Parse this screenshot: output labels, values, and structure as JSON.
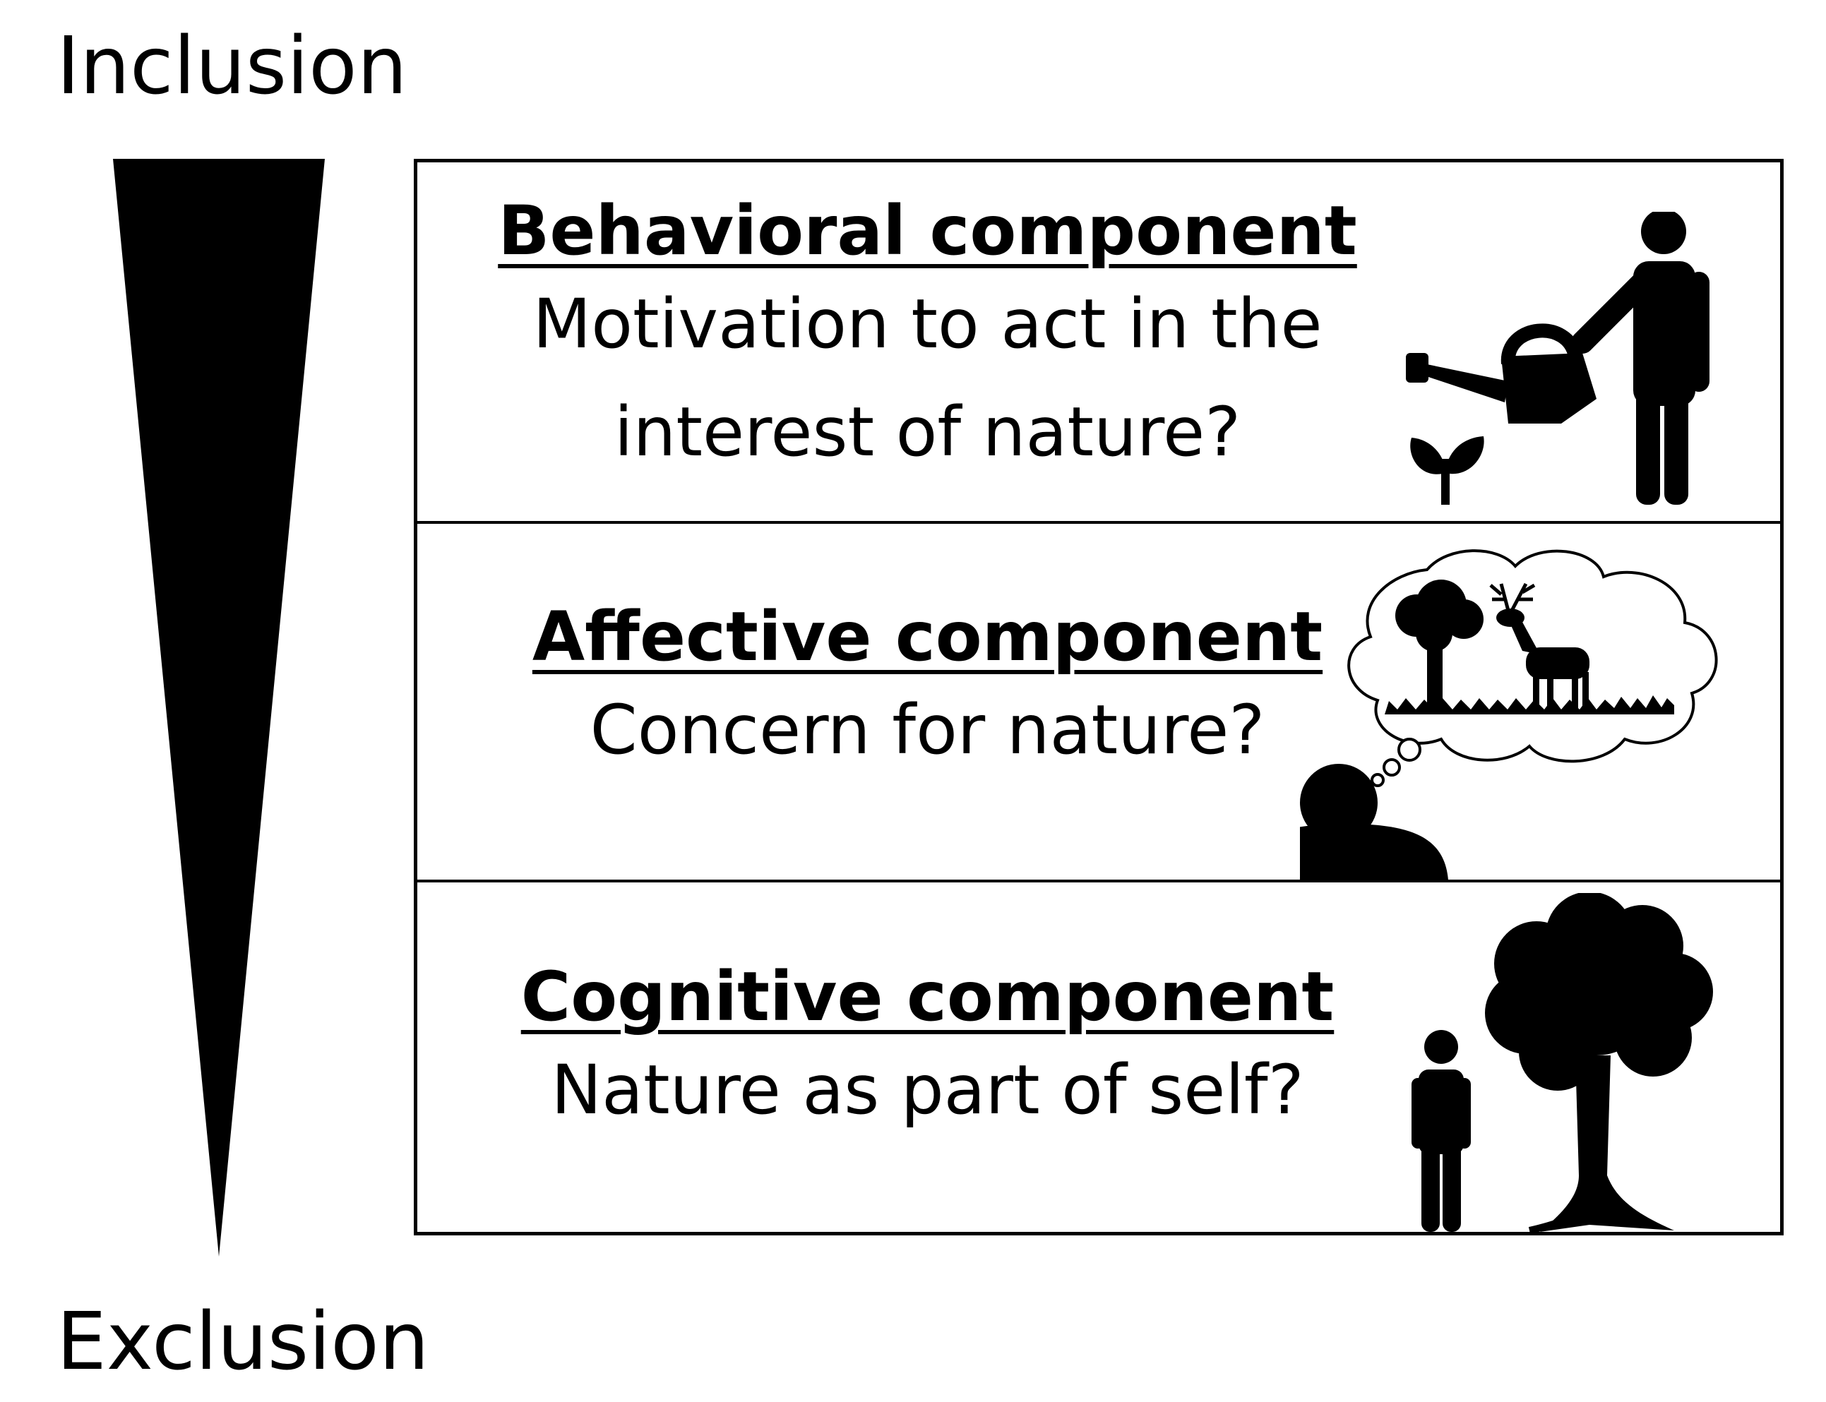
{
  "axis": {
    "top_label": "Inclusion",
    "bottom_label": "Exclusion"
  },
  "components": [
    {
      "heading": "Behavioral component",
      "question": "Motivation to act in the\ninterest of nature?",
      "icon": "person-watering-plant-icon"
    },
    {
      "heading": "Affective component",
      "question": "Concern for nature?",
      "icon": "person-thinking-of-nature-icon"
    },
    {
      "heading": "Cognitive component",
      "question": "Nature as part of self?",
      "icon": "person-beside-tree-icon"
    }
  ],
  "colors": {
    "ink": "#000000",
    "background": "#ffffff"
  }
}
